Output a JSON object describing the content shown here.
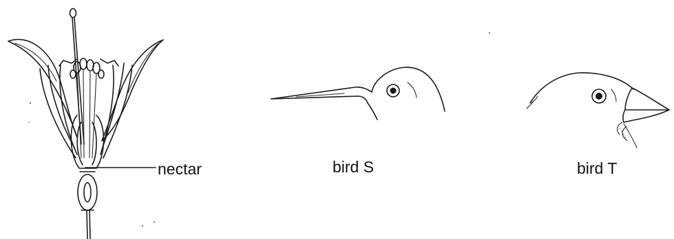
{
  "labels": {
    "nectar": "nectar",
    "bird_s": "bird S",
    "bird_t": "bird T"
  },
  "colors": {
    "background": "#ffffff",
    "ink": "#1a1a1a"
  }
}
